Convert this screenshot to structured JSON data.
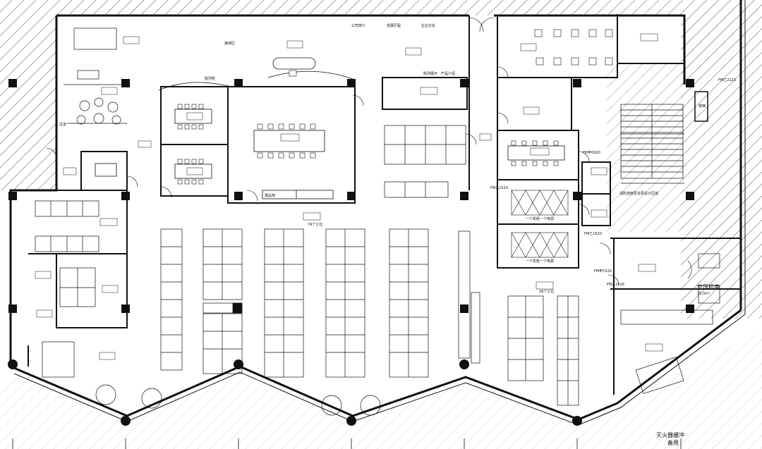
{
  "labels": {
    "mechanical_room": "空压机房",
    "mechanical_area": "15.0m²",
    "fire_hydrant": "灭火器缓冲",
    "fire_hydrant_sub": "备用",
    "door_code_1": "FM甲0920",
    "door_code_2": "FM乙1520",
    "door_code_3": "FM乙1520",
    "door_code_4": "FM甲1526",
    "door_code_5": "FM乙1526",
    "door_code_6": "FM乙2123",
    "staircase_note": "消防连廊至本层设计区域",
    "workstation_note_1": "74个工位",
    "workstation_note_2": "16个工位",
    "room_note_1": "一个机柜一个电源",
    "room_note_2": "一个机柜一个电源",
    "stair_sign": "楼梯",
    "corridor": "过道",
    "company_intro": "公司简介",
    "dev_history": "发展历程",
    "corp_culture": "企业文化",
    "product_intro": "产品介绍",
    "exhibit": "陈列展示",
    "exhibit_2": "陈列柜",
    "model_area": "展品架",
    "receiving": "接待区"
  },
  "colors": {
    "line": "#111111",
    "hatch": "#444444",
    "wall": "#111111",
    "background": "#ffffff"
  }
}
